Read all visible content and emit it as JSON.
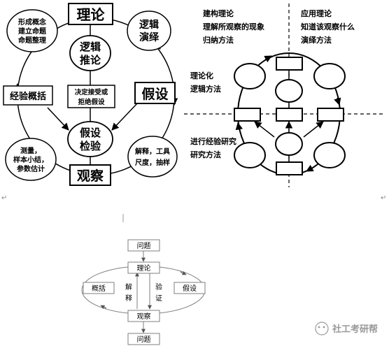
{
  "left_diagram": {
    "theory": "理论",
    "form_concept": [
      "形成概念",
      "建立命题",
      "命题整理"
    ],
    "logic_deduction": [
      "逻辑",
      "演绎"
    ],
    "logic_reasoning": [
      "逻辑",
      "推论"
    ],
    "decide": [
      "决定接受或",
      "拒绝假设"
    ],
    "empirical_generalization": "经验概括",
    "hypothesis": "假设",
    "hypothesis_test": [
      "假设",
      "检验"
    ],
    "measure": [
      "测量，",
      "样本小结，",
      "参数估计"
    ],
    "interpret": [
      "解释，工具",
      "尺度，抽样"
    ],
    "observation": "观察"
  },
  "right_diagram": {
    "build_theory": [
      "建构理论",
      "理解所观察的现象",
      "归纳方法"
    ],
    "apply_theory": [
      "应用理论",
      "知道该观察什么",
      "演绎方法"
    ],
    "theorize": [
      "理论化",
      "逻辑方法"
    ],
    "empirical_research": [
      "进行经验研究",
      "研究方法"
    ]
  },
  "bottom_diagram": {
    "question_top": "问题",
    "theory": "理论",
    "generalize": "概括",
    "interpret": [
      "解",
      "释"
    ],
    "verify": [
      "验",
      "证"
    ],
    "hypothesis": "假设",
    "observation": "观察",
    "question_bottom": "问题"
  },
  "watermark": "社工考研帮",
  "colors": {
    "line": "#000000",
    "gray_line": "#7f7f7f",
    "background": "#ffffff"
  }
}
